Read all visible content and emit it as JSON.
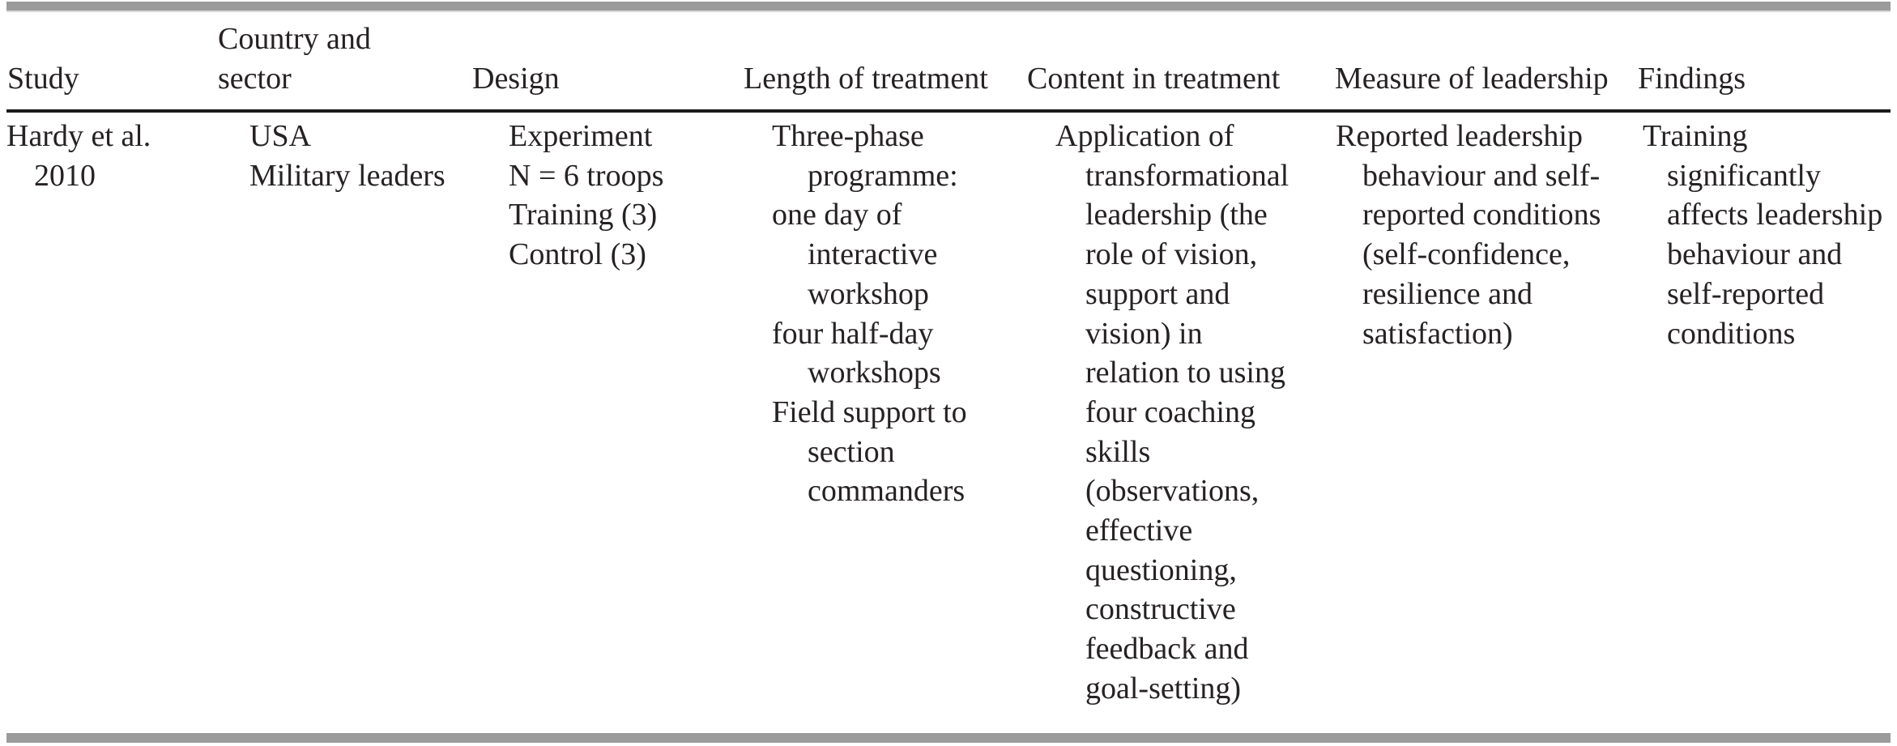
{
  "table": {
    "columns": [
      {
        "id": "study",
        "header_lines": [
          "Study"
        ],
        "entries": [
          [
            "Hardy et al.",
            "2010"
          ]
        ]
      },
      {
        "id": "country-sector",
        "header_lines": [
          "Country and",
          "sector"
        ],
        "entries": [
          [
            "USA"
          ],
          [
            "Military leaders"
          ]
        ]
      },
      {
        "id": "design",
        "header_lines": [
          "Design"
        ],
        "entries": [
          [
            "Experiment"
          ],
          [
            "N = 6 troops"
          ],
          [
            "Training (3)"
          ],
          [
            "Control (3)"
          ]
        ]
      },
      {
        "id": "length-of-treatment",
        "header_lines": [
          "Length of treatment"
        ],
        "entries": [
          [
            "Three-phase",
            "programme:"
          ],
          [
            "one day of",
            "interactive",
            "workshop"
          ],
          [
            "four half-day",
            "workshops"
          ],
          [
            "Field support to",
            "section",
            "commanders"
          ]
        ]
      },
      {
        "id": "content-in-treatment",
        "header_lines": [
          "Content in treatment"
        ],
        "entries": [
          [
            "Application of",
            "transformational",
            "leadership (the",
            "role of vision,",
            "support and",
            "vision) in",
            "relation to using",
            "four coaching",
            "skills",
            "(observations,",
            "effective",
            "questioning,",
            "constructive",
            "feedback and",
            "goal-setting)"
          ]
        ]
      },
      {
        "id": "measure-of-leadership",
        "header_lines": [
          "Measure of leadership"
        ],
        "entries": [
          [
            "Reported leadership",
            "behaviour and self-",
            "reported conditions",
            "(self-confidence,",
            "resilience and",
            "satisfaction)"
          ]
        ]
      },
      {
        "id": "findings",
        "header_lines": [
          "Findings"
        ],
        "entries": [
          [
            "Training",
            "significantly",
            "affects leadership",
            "behaviour and",
            "self-reported",
            "conditions"
          ]
        ]
      }
    ]
  },
  "colors": {
    "bar_gray": "#9b9b9b",
    "rule_black": "#1b1b1b",
    "text": "#262223",
    "background": "#ffffff"
  }
}
